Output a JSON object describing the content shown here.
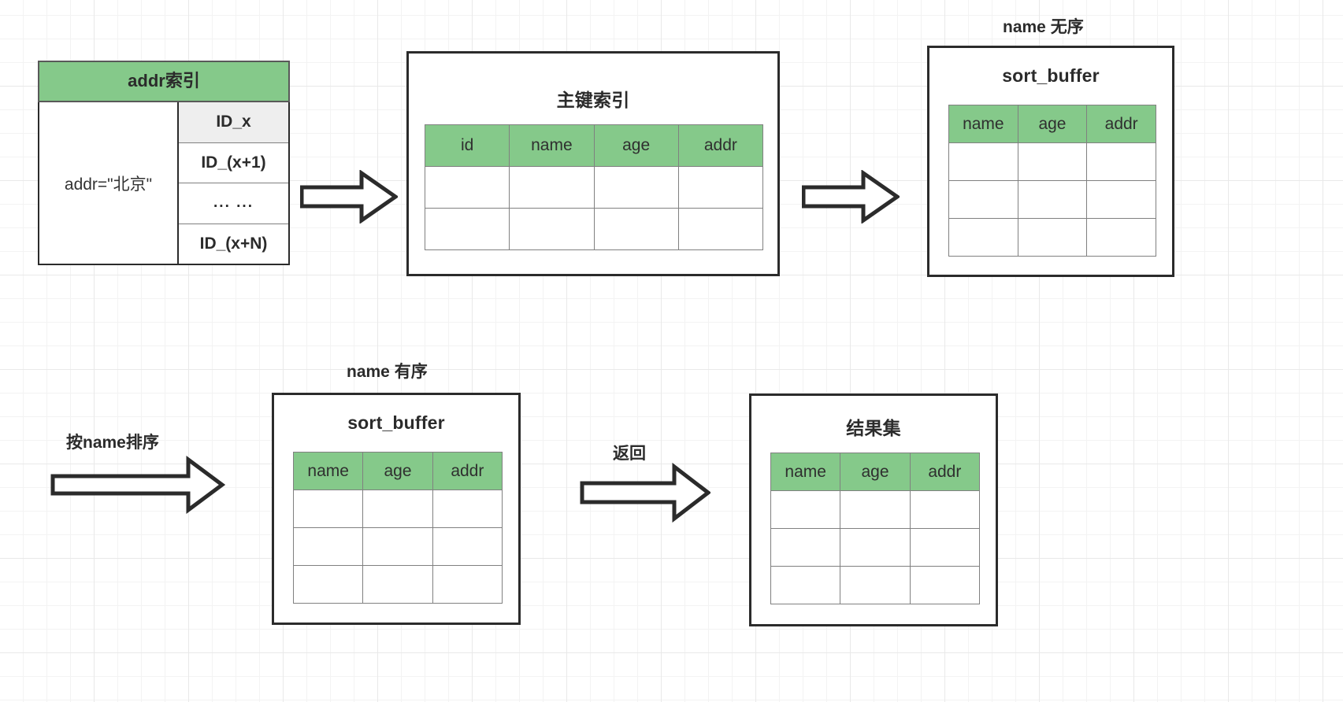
{
  "colors": {
    "header_green": "#85c98a",
    "box_border": "#2b2b2b",
    "cell_border": "#808080",
    "shaded_cell": "#eeeeee",
    "grid_minor": "#f3f3f3",
    "grid_major": "#e9e9e9",
    "text": "#2b2b2b"
  },
  "addr_index": {
    "header": "addr索引",
    "key_label": "addr=\"北京\"",
    "rows": [
      {
        "label": "ID_x",
        "shaded": true
      },
      {
        "label": "ID_(x+1)",
        "shaded": false
      },
      {
        "label": "... ...",
        "shaded": false
      },
      {
        "label": "ID_(x+N)",
        "shaded": false
      }
    ]
  },
  "pk_index": {
    "title": "主键索引",
    "columns": [
      "id",
      "name",
      "age",
      "addr"
    ],
    "empty_rows": 2
  },
  "sort_buffer_unsorted": {
    "caption": "name 无序",
    "title": "sort_buffer",
    "columns": [
      "name",
      "age",
      "addr"
    ],
    "empty_rows": 3
  },
  "sort_buffer_sorted": {
    "caption": "name 有序",
    "title": "sort_buffer",
    "columns": [
      "name",
      "age",
      "addr"
    ],
    "empty_rows": 3
  },
  "result_set": {
    "title": "结果集",
    "columns": [
      "name",
      "age",
      "addr"
    ],
    "empty_rows": 3
  },
  "arrows": [
    {
      "id": "arrow-addr-to-pk",
      "label": ""
    },
    {
      "id": "arrow-pk-to-sortbuffer",
      "label": ""
    },
    {
      "id": "arrow-sort-by-name",
      "label": "按name排序"
    },
    {
      "id": "arrow-return",
      "label": "返回"
    }
  ]
}
